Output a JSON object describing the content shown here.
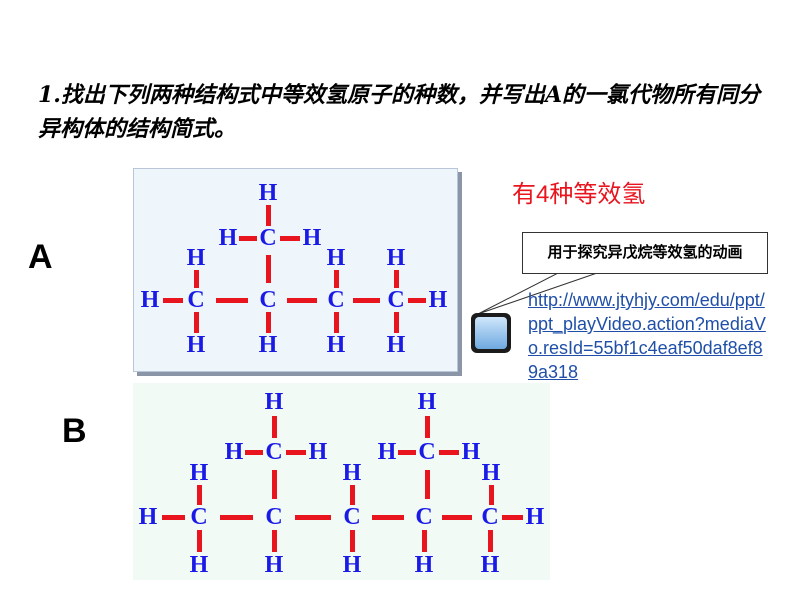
{
  "question": "1.找出下列两种结构式中等效氢原子的种数，并写出A的一氯代物所有同分异构体的结构简式。",
  "labels": {
    "a": "A",
    "b": "B"
  },
  "answer_a": "有4种等效氢",
  "callout": "用于探究异戊烷等效氢的动画",
  "link": "http://www.jtyhjy.com/edu/ppt/ppt_playVideo.action?mediaVo.resId=55bf1c4eaf50daf8ef89a318",
  "atoms": {
    "H": "H",
    "C": "C"
  },
  "colors": {
    "atom": "#1a1ae6",
    "bond": "#e8141e",
    "answer": "#e8141e",
    "link": "#1f4fa8"
  }
}
